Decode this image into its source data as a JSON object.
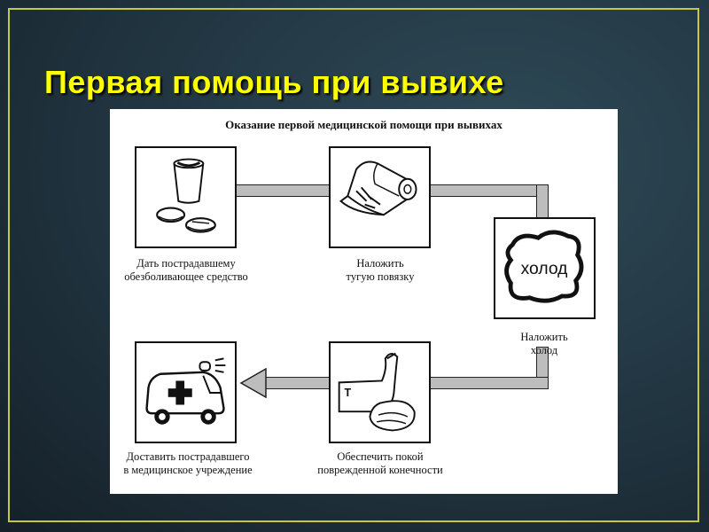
{
  "slide": {
    "title": "Первая помощь при вывихе"
  },
  "diagram": {
    "title": "Оказание первой медицинской помощи при вывихах",
    "steps": [
      {
        "line1": "Дать пострадавшему",
        "line2": "обезболивающее средство",
        "icon": "cup-and-pills-icon"
      },
      {
        "line1": "Наложить",
        "line2": "тугую повязку",
        "icon": "bandage-roll-icon"
      },
      {
        "line1": "Наложить",
        "line2": "холод",
        "icon": "cold-pack-icon",
        "icon_text": "холод"
      },
      {
        "line1": "Обеспечить покой",
        "line2": "поврежденной конечности",
        "icon": "injured-foot-icon"
      },
      {
        "line1": "Доставить пострадавшего",
        "line2": "в медицинское учреждение",
        "icon": "ambulance-icon"
      }
    ]
  },
  "colors": {
    "title_text": "#ffff00",
    "frame": "#c9c640",
    "background": "#233844",
    "connector": "#bdbdbd"
  }
}
